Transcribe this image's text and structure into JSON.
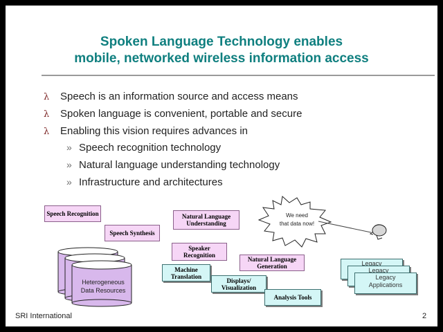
{
  "slide": {
    "title_line1": "Spoken Language Technology enables",
    "title_line2": "mobile, networked wireless information access",
    "bullets": [
      {
        "mark": "λ",
        "text": "Speech is an information source and access means"
      },
      {
        "mark": "λ",
        "text": "Spoken language is convenient, portable and secure"
      },
      {
        "mark": "λ",
        "text": "Enabling this vision requires advances in"
      }
    ],
    "subbullets": [
      {
        "mark": "»",
        "text": "Speech recognition technology"
      },
      {
        "mark": "»",
        "text": "Natural language understanding technology"
      },
      {
        "mark": "»",
        "text": "Infrastructure and architectures"
      }
    ]
  },
  "diagram": {
    "speech_recognition": "Speech Recognition",
    "speech_synthesis": "Speech Synthesis",
    "nl_understanding": "Natural Language Understanding",
    "speaker_recognition": "Speaker Recognition",
    "nl_generation": "Natural Language Generation",
    "machine_translation": "Machine Translation",
    "displays_visualization": "Displays/ Visualization",
    "analysis_tools": "Analysis Tools",
    "callout_line1": "We need",
    "callout_line2": "that data now!",
    "data_resources": "Heterogeneous Data Resources",
    "legacy_back_1": "Legacy",
    "legacy_back_2": "Legacy",
    "legacy_front_line1": "Legacy",
    "legacy_front_line2": "Applications",
    "person_icon": "person-head-icon",
    "database_icon": "database-cylinder-icon"
  },
  "footer": {
    "org": "SRI International",
    "page_number": "2"
  },
  "colors": {
    "title": "#0f7f7f",
    "bullet_mark": "#7b2323",
    "box_pink": "#f6d6f6",
    "box_cyan": "#d4f6f6",
    "frame": "#000000"
  }
}
